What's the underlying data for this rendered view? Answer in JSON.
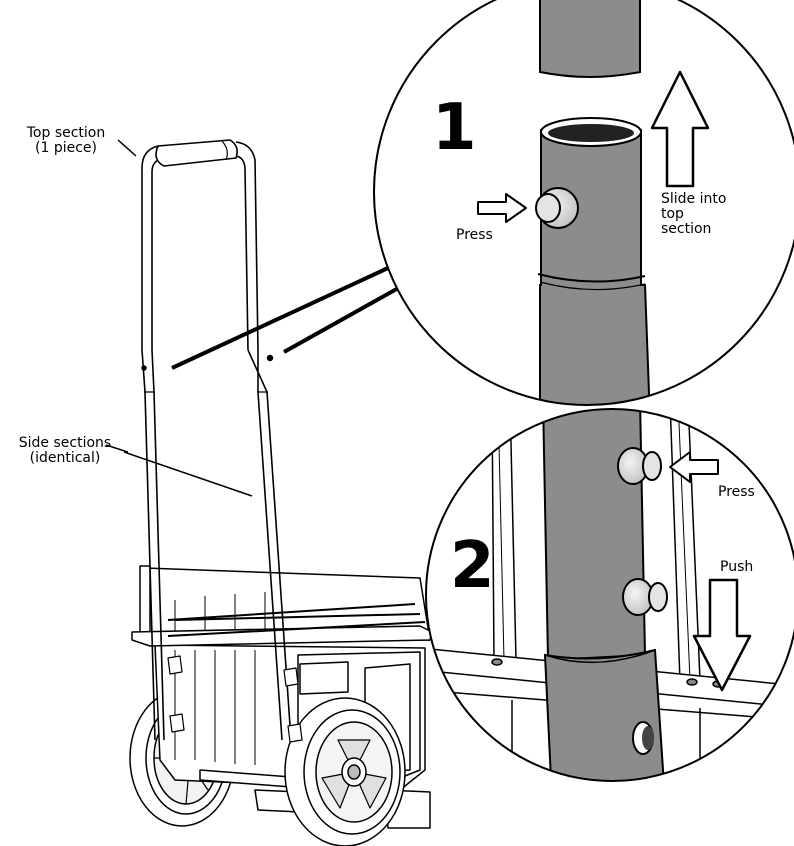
{
  "labels": {
    "top_section_line1": "Top section",
    "top_section_line2": "(1 piece)",
    "side_sections_line1": "Side sections",
    "side_sections_line2": "(identical)"
  },
  "detail_1": {
    "step": "1",
    "press": "Press",
    "slide_line1": "Slide into",
    "slide_line2": "top",
    "slide_line3": "section"
  },
  "detail_2": {
    "step": "2",
    "press": "Press",
    "push": "Push"
  },
  "colors": {
    "tube_fill": "#8c8c8c",
    "line": "#000000",
    "button_fill": "#dcdcdc",
    "background": "#ffffff"
  }
}
